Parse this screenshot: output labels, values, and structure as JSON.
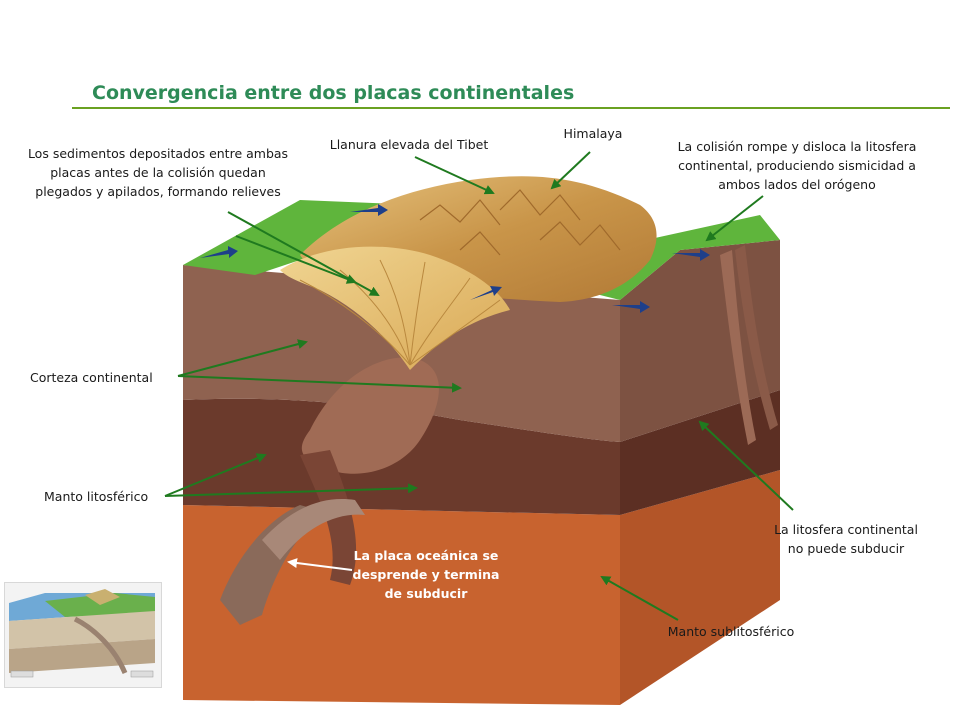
{
  "title": "Convergencia entre dos placas continentales",
  "labels": {
    "sedimentos": "Los sedimentos depositados entre ambas placas antes de la colisión quedan plegados y apilados, formando relieves",
    "tibet": "Llanura elevada del Tibet",
    "himalaya": "Himalaya",
    "colision": "La colisión rompe y disloca la litosfera continental, produciendo sismicidad a ambos lados del orógeno",
    "corteza": "Corteza continental",
    "manto_lito": "Manto litosférico",
    "placa_oceanica": "La placa oceánica se desprende y termina de subducir",
    "no_subduce": "La litosfera continental no puede subducir",
    "manto_sublito": "Manto sublitosférico"
  },
  "colors": {
    "title": "#2e8b57",
    "rule": "#6aa121",
    "arrow": "#1f7a1f",
    "crust": "#8f6250",
    "lithospheric_mantle": "#6b3a2c",
    "sublithospheric_mantle": "#c8632f",
    "sediments": "#e8c27a",
    "surface": "#5fb53c"
  }
}
